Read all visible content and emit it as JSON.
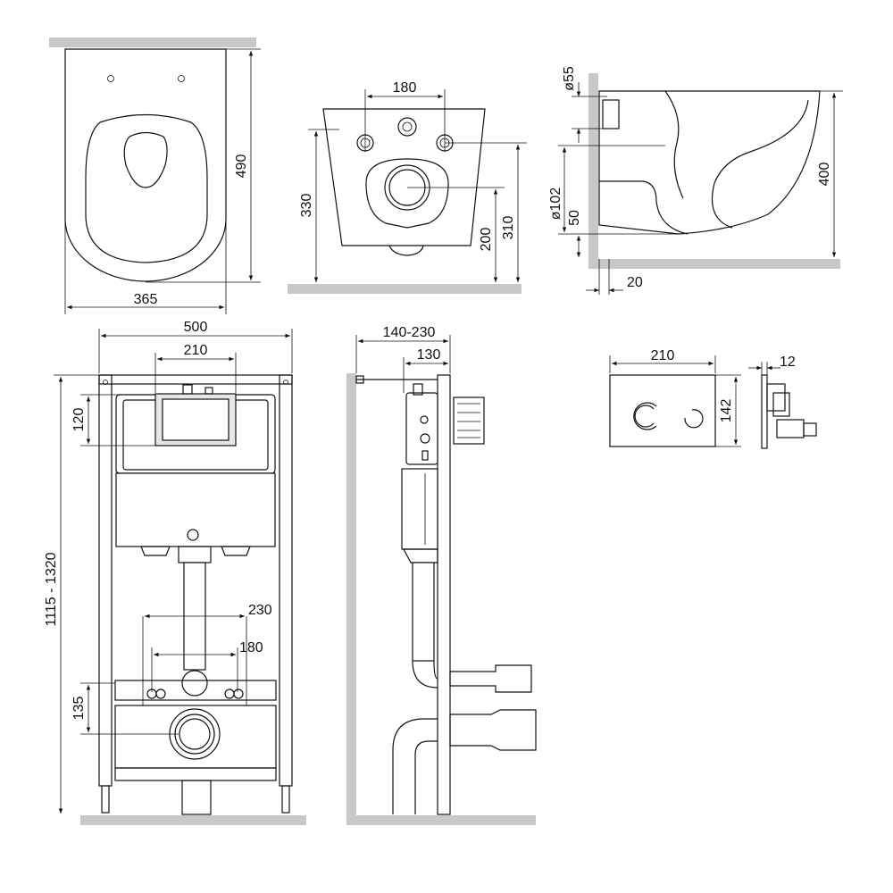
{
  "bowl_top": {
    "width": "365",
    "depth": "490"
  },
  "bowl_rear": {
    "holes_spacing": "180",
    "height_total": "330",
    "outlet_height": "200",
    "mount_height": "310"
  },
  "bowl_side": {
    "dia_inlet": "ø55",
    "dia_outlet": "ø102",
    "outlet_offset": "50",
    "wall_gap": "20",
    "height": "400"
  },
  "frame_front": {
    "width": "500",
    "button_width": "210",
    "button_height": "120",
    "height_range": "1115 - 1320",
    "stud_spacing_outer": "230",
    "stud_spacing_inner": "180",
    "outlet_height": "135"
  },
  "frame_side": {
    "depth_range": "140-230",
    "depth": "130"
  },
  "flush_plate": {
    "width": "210",
    "height": "142",
    "thickness": "12"
  }
}
